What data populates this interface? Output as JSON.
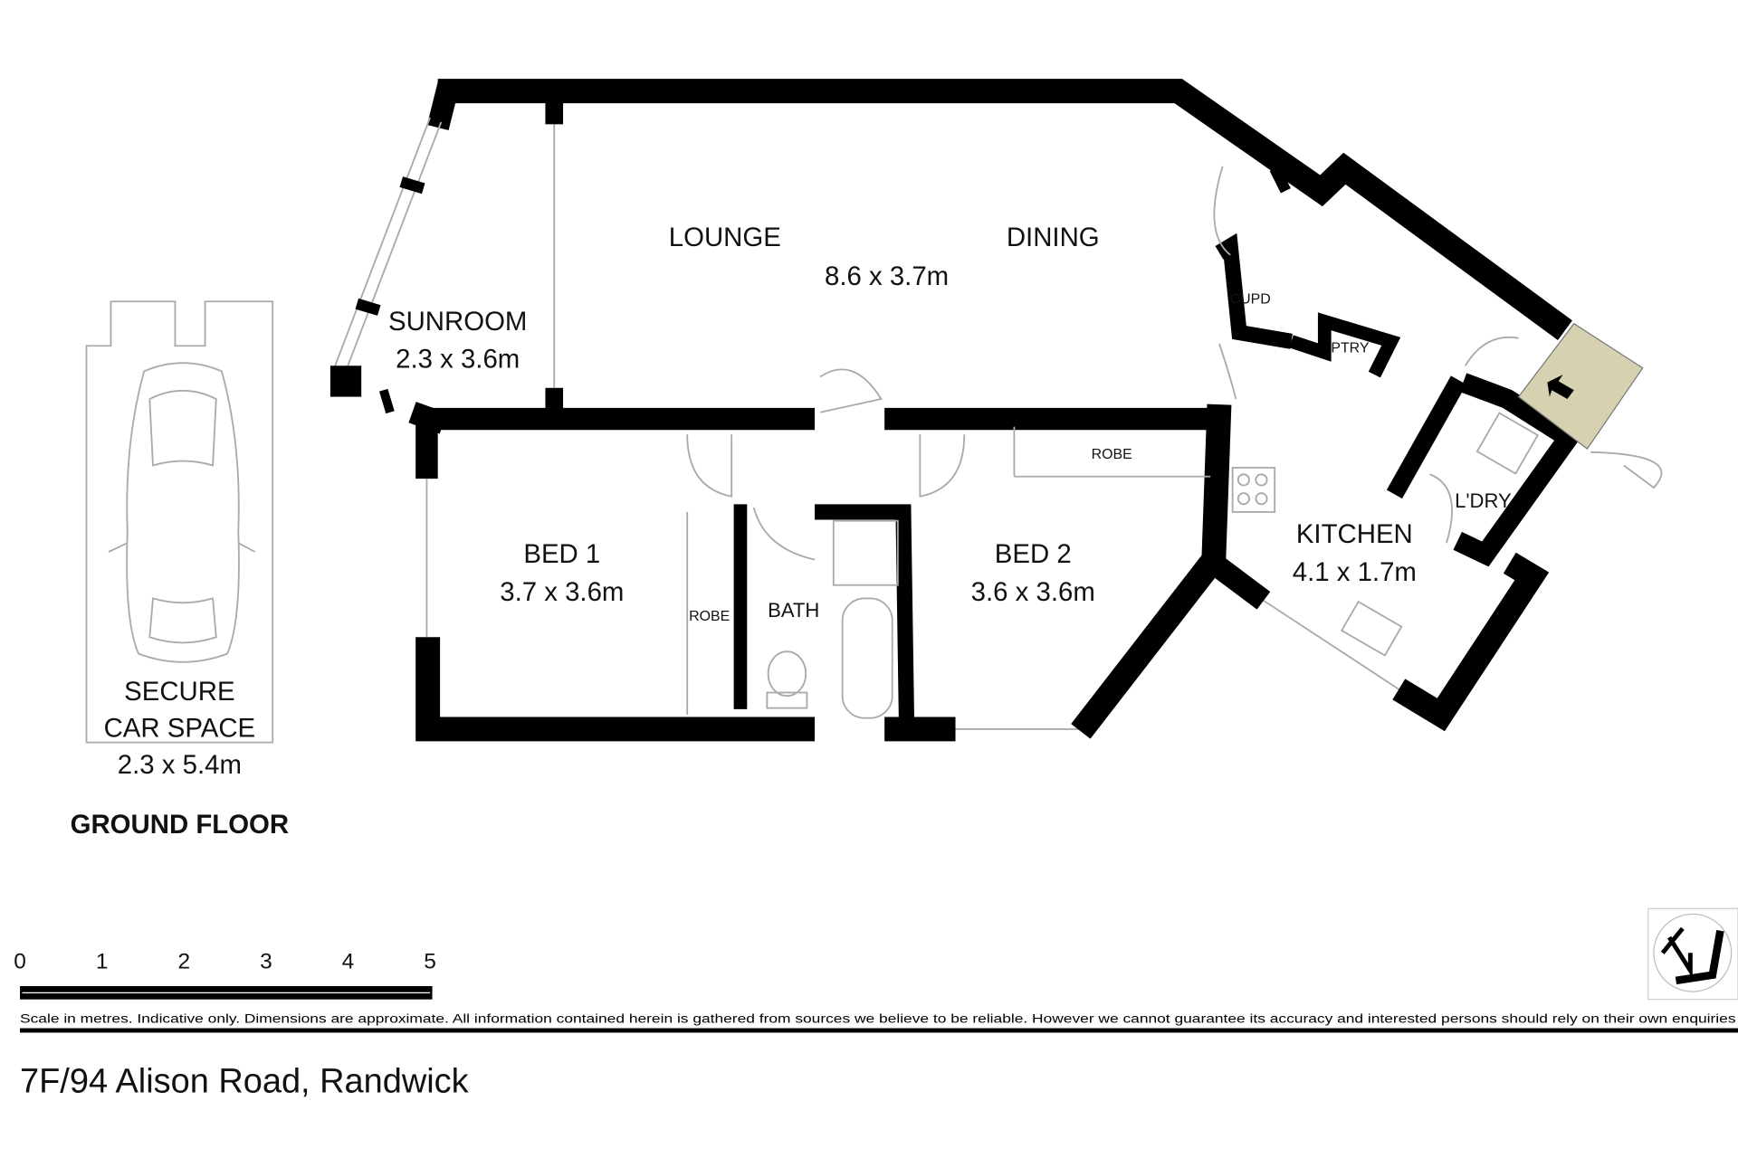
{
  "rooms": {
    "lounge": "LOUNGE",
    "dining": "DINING",
    "lounge_dining_size": "8.6 x 3.7m",
    "sunroom": "SUNROOM",
    "sunroom_size": "2.3 x 3.6m",
    "bed1": "BED 1",
    "bed1_size": "3.7 x 3.6m",
    "bed2": "BED 2",
    "bed2_size": "3.6 x 3.6m",
    "robe1": "ROBE",
    "robe2": "ROBE",
    "bath": "BATH",
    "kitchen": "KITCHEN",
    "kitchen_size": "4.1 x 1.7m",
    "laundry": "L'DRY",
    "cupboard": "CUPD",
    "pantry": "PTRY",
    "car_space_line1": "SECURE",
    "car_space_line2": "CAR SPACE",
    "car_space_size": "2.3 x 5.4m"
  },
  "floor_label": "GROUND FLOOR",
  "scale": {
    "ticks": [
      "0",
      "1",
      "2",
      "3",
      "4",
      "5"
    ],
    "unit": "metres"
  },
  "disclaimer": "Scale in metres. Indicative only. Dimensions are approximate. All information contained herein is gathered from sources we believe to be reliable. However we cannot guarantee its accuracy and interested persons should rely on their own enquiries",
  "address": "7F/94 Alison Road, Randwick",
  "colors": {
    "wall": "#000000",
    "entry": "#d6d1b0"
  }
}
